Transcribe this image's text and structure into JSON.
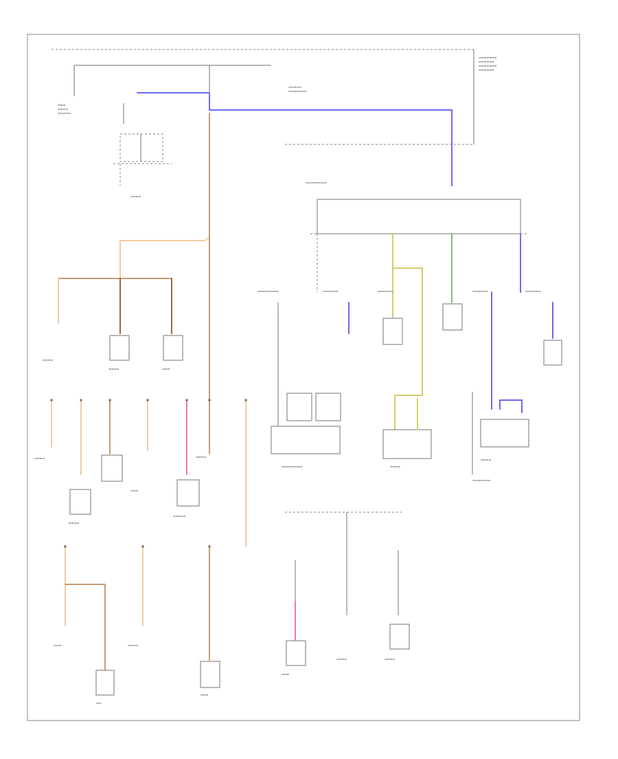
{
  "diagram": {
    "title": "",
    "footer_code": "",
    "colors": {
      "blue": "#6a6af2",
      "tan": "#c99a72",
      "peach": "#f5c9a0",
      "pink": "#f17a9a",
      "yellow": "#d8cc6a",
      "green": "#7fbf6a",
      "gray": "#8a8a8a",
      "brown": "#8f6a4a"
    },
    "components": [
      {
        "id": "main-relay",
        "label": "",
        "icon": "relay-icon"
      },
      {
        "id": "fuse-box",
        "label": "",
        "icon": "fuse-block-icon"
      },
      {
        "id": "fuel-pump",
        "label": "",
        "icon": "motor-icon"
      },
      {
        "id": "dash-module",
        "label": "",
        "icon": "module-icon"
      },
      {
        "id": "ignition-switch",
        "label": "",
        "icon": "switch-icon"
      },
      {
        "id": "cooling-fan-relay",
        "label": "",
        "icon": "relay-icon"
      },
      {
        "id": "headlamp-relay",
        "label": "",
        "icon": "relay-icon"
      },
      {
        "id": "defogger-relay",
        "label": "",
        "icon": "relay-icon"
      },
      {
        "id": "blower-motor",
        "label": "",
        "icon": "motor-icon"
      },
      {
        "id": "horn",
        "label": "",
        "icon": "horn-icon"
      },
      {
        "id": "radio",
        "label": "",
        "icon": "module-icon"
      },
      {
        "id": "power-antenna",
        "label": "",
        "icon": "motor-icon"
      },
      {
        "id": "left-mirror-heater",
        "label": "",
        "icon": "heater-icon"
      },
      {
        "id": "right-mirror-heater",
        "label": "",
        "icon": "heater-icon"
      },
      {
        "id": "defogger-grid",
        "label": "",
        "icon": "heater-icon"
      }
    ]
  }
}
